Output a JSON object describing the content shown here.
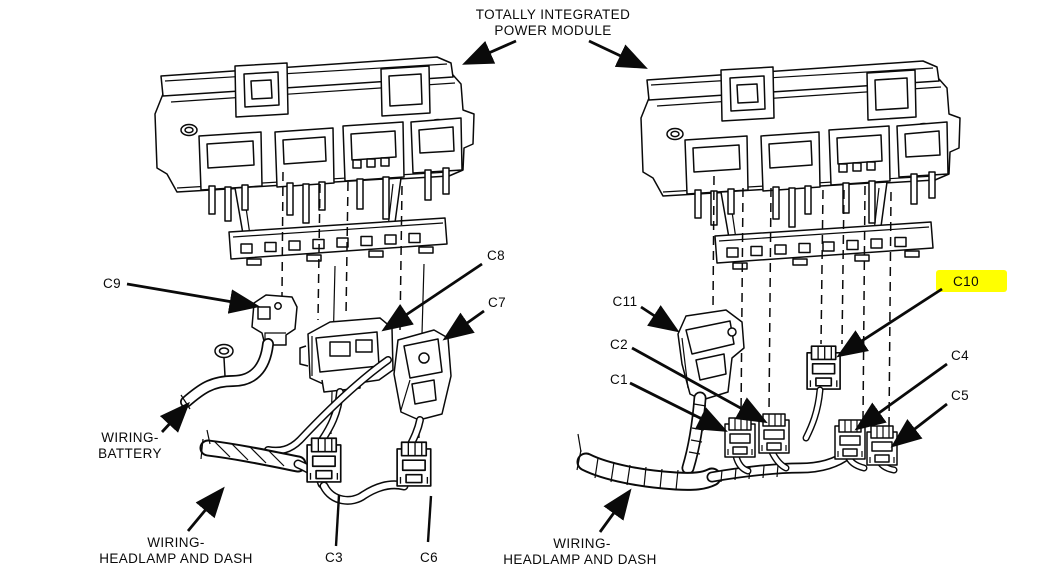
{
  "diagram": {
    "title": {
      "line1": "TOTALLY INTEGRATED",
      "line2": "POWER MODULE"
    },
    "highlight_color": "#ffff00",
    "line_color": "#0a0a0a",
    "left_view": {
      "c9": "C9",
      "c8": "C8",
      "c7": "C7",
      "c3": "C3",
      "c6": "C6",
      "wiring_battery": {
        "line1": "WIRING-",
        "line2": "BATTERY"
      },
      "wiring_headlamp": {
        "line1": "WIRING-",
        "line2": "HEADLAMP AND DASH"
      }
    },
    "right_view": {
      "c11": "C11",
      "c2": "C2",
      "c1": "C1",
      "c10": "C10",
      "c4": "C4",
      "c5": "C5",
      "wiring_headlamp": {
        "line1": "WIRING-",
        "line2": "HEADLAMP AND DASH"
      }
    }
  }
}
